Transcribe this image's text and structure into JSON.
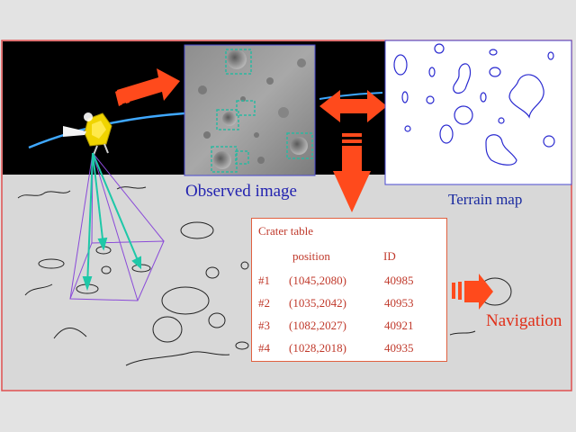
{
  "labels": {
    "observed_image": "Observed image",
    "terrain_map": "Terrain map",
    "navigation": "Navigation"
  },
  "crater_table": {
    "title": "Crater table",
    "headers": {
      "position": "position",
      "id": "ID"
    },
    "rows": [
      {
        "num": "#1",
        "position": "(1045,2080)",
        "id": "40985"
      },
      {
        "num": "#2",
        "position": "(1035,2042)",
        "id": "40953"
      },
      {
        "num": "#3",
        "position": "(1082,2027)",
        "id": "40921"
      },
      {
        "num": "#4",
        "position": "(1028,2018)",
        "id": "40935"
      }
    ]
  },
  "colors": {
    "arrow": "#ff4a1c",
    "frame": "#e05050",
    "terrain_outline": "#2a2ad0",
    "crater_box": "#2ab8a0",
    "fov": "#8a4ad8",
    "line_of_sight": "#1ec8a8",
    "orbit": "#3fa8ff",
    "spacecraft": "#f0d400"
  },
  "icons": {
    "spacecraft": "spacecraft-icon"
  }
}
